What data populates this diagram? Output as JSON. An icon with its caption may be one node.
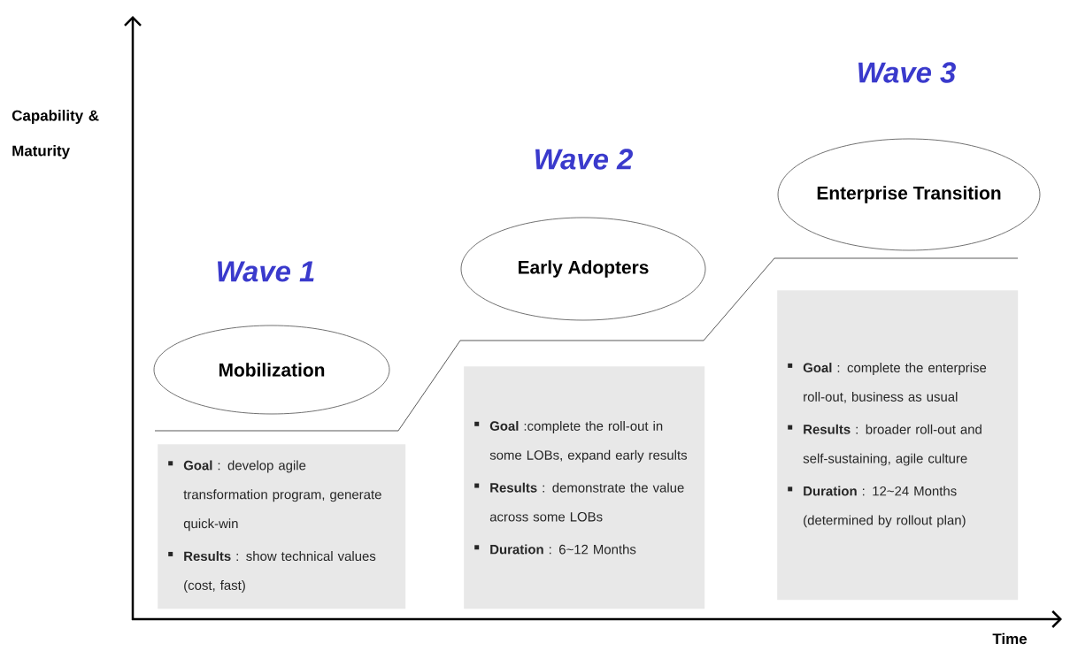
{
  "diagram": {
    "nodes": [
      {
        "text": [
          "Mobilization"
        ],
        "beside": [
          "Wave 1"
        ]
      },
      {
        "text": [
          "**Goal** : develop agile transformation program, generate quick-win",
          "**Results** : show technical values (cost, fast)"
        ]
      },
      {
        "text": [
          "Early Adopters"
        ],
        "beside": [
          "Wave 2"
        ]
      },
      {
        "text": [
          "**Goal** :complete the roll-out in some LOBs, expand early results",
          "**Results** : demonstrate the value across some LOBs",
          "**Duration** : 6~12 Months"
        ]
      },
      {
        "text": [
          "Enterprise Transition"
        ],
        "beside": [
          "Wave 3"
        ]
      },
      {
        "text": [
          "**Goal** : complete the enterprise roll-out, business as usual",
          "**Results** : broader roll-out and self-sustaining, agile culture",
          "**Duration** : 12~24 Months (determined by rollout plan)"
        ]
      }
    ],
    "labels": [
      "Capability & Maturity",
      "Time"
    ]
  }
}
